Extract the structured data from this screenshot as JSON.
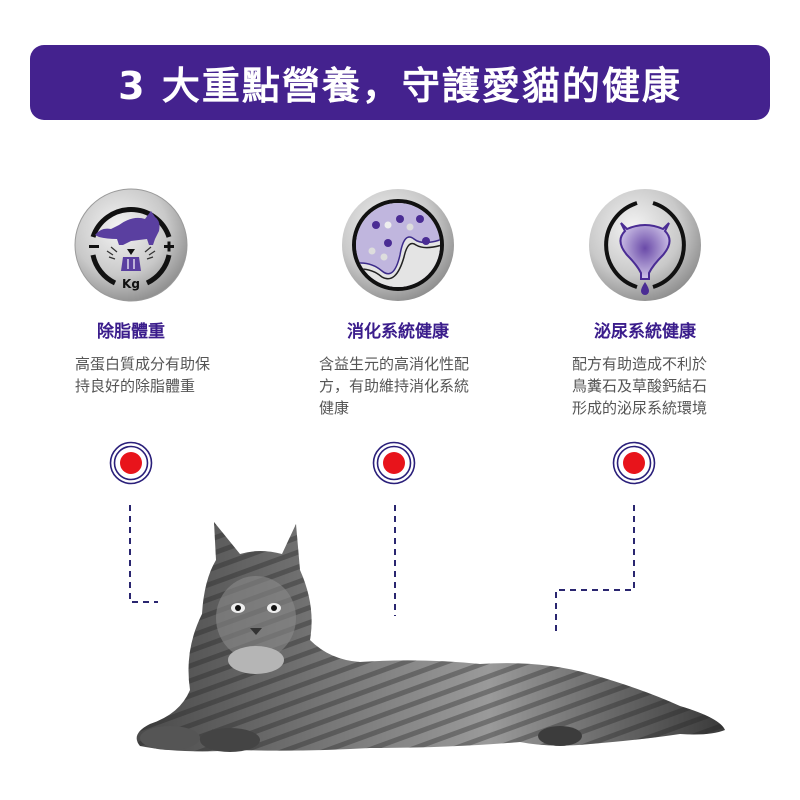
{
  "banner": {
    "title": "3 大重點營養，守護愛貓的健康",
    "background_color": "#44228e",
    "text_color": "#ffffff"
  },
  "features": [
    {
      "icon": "weight-management-cat-scale-icon",
      "icon_label": "Kg",
      "title": "除脂體重",
      "description_lines": [
        "高蛋白質成分有助保",
        "持良好的除脂體重"
      ]
    },
    {
      "icon": "digestive-health-intestine-icon",
      "title": "消化系統健康",
      "description_lines": [
        "含益生元的高消化性配",
        "方，有助維持消化系統",
        "健康"
      ]
    },
    {
      "icon": "urinary-health-bladder-icon",
      "title": "泌尿系統健康",
      "description_lines": [
        "配方有助造成不利於",
        "鳥糞石及草酸鈣結石",
        "形成的泌尿系統環境"
      ]
    }
  ],
  "colors": {
    "feature_title": "#3b1d8c",
    "description_text": "#555555",
    "target_ring": "#2a1f7a",
    "target_dot": "#e8141b",
    "connector_line": "#2a2670"
  },
  "image": {
    "subject": "grayscale-maine-coon-cat-lying-down"
  }
}
